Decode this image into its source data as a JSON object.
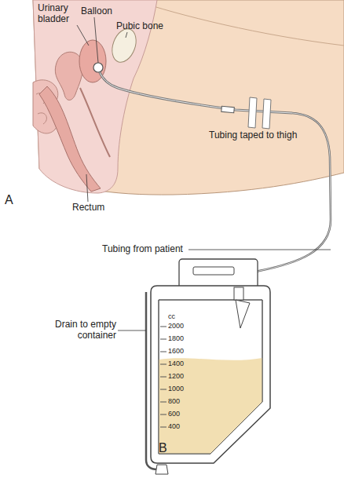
{
  "diagram": {
    "labels": [
      "Urinary bladder",
      "Balloon",
      "Pubic bone",
      "Tubing taped to thigh",
      "Rectum",
      "A",
      "Tubing from patient",
      "Drain to empty container",
      "B",
      "cc",
      "2000",
      "1800",
      "1600",
      "1400",
      "1200",
      "1000",
      "800",
      "600",
      "400"
    ]
  }
}
